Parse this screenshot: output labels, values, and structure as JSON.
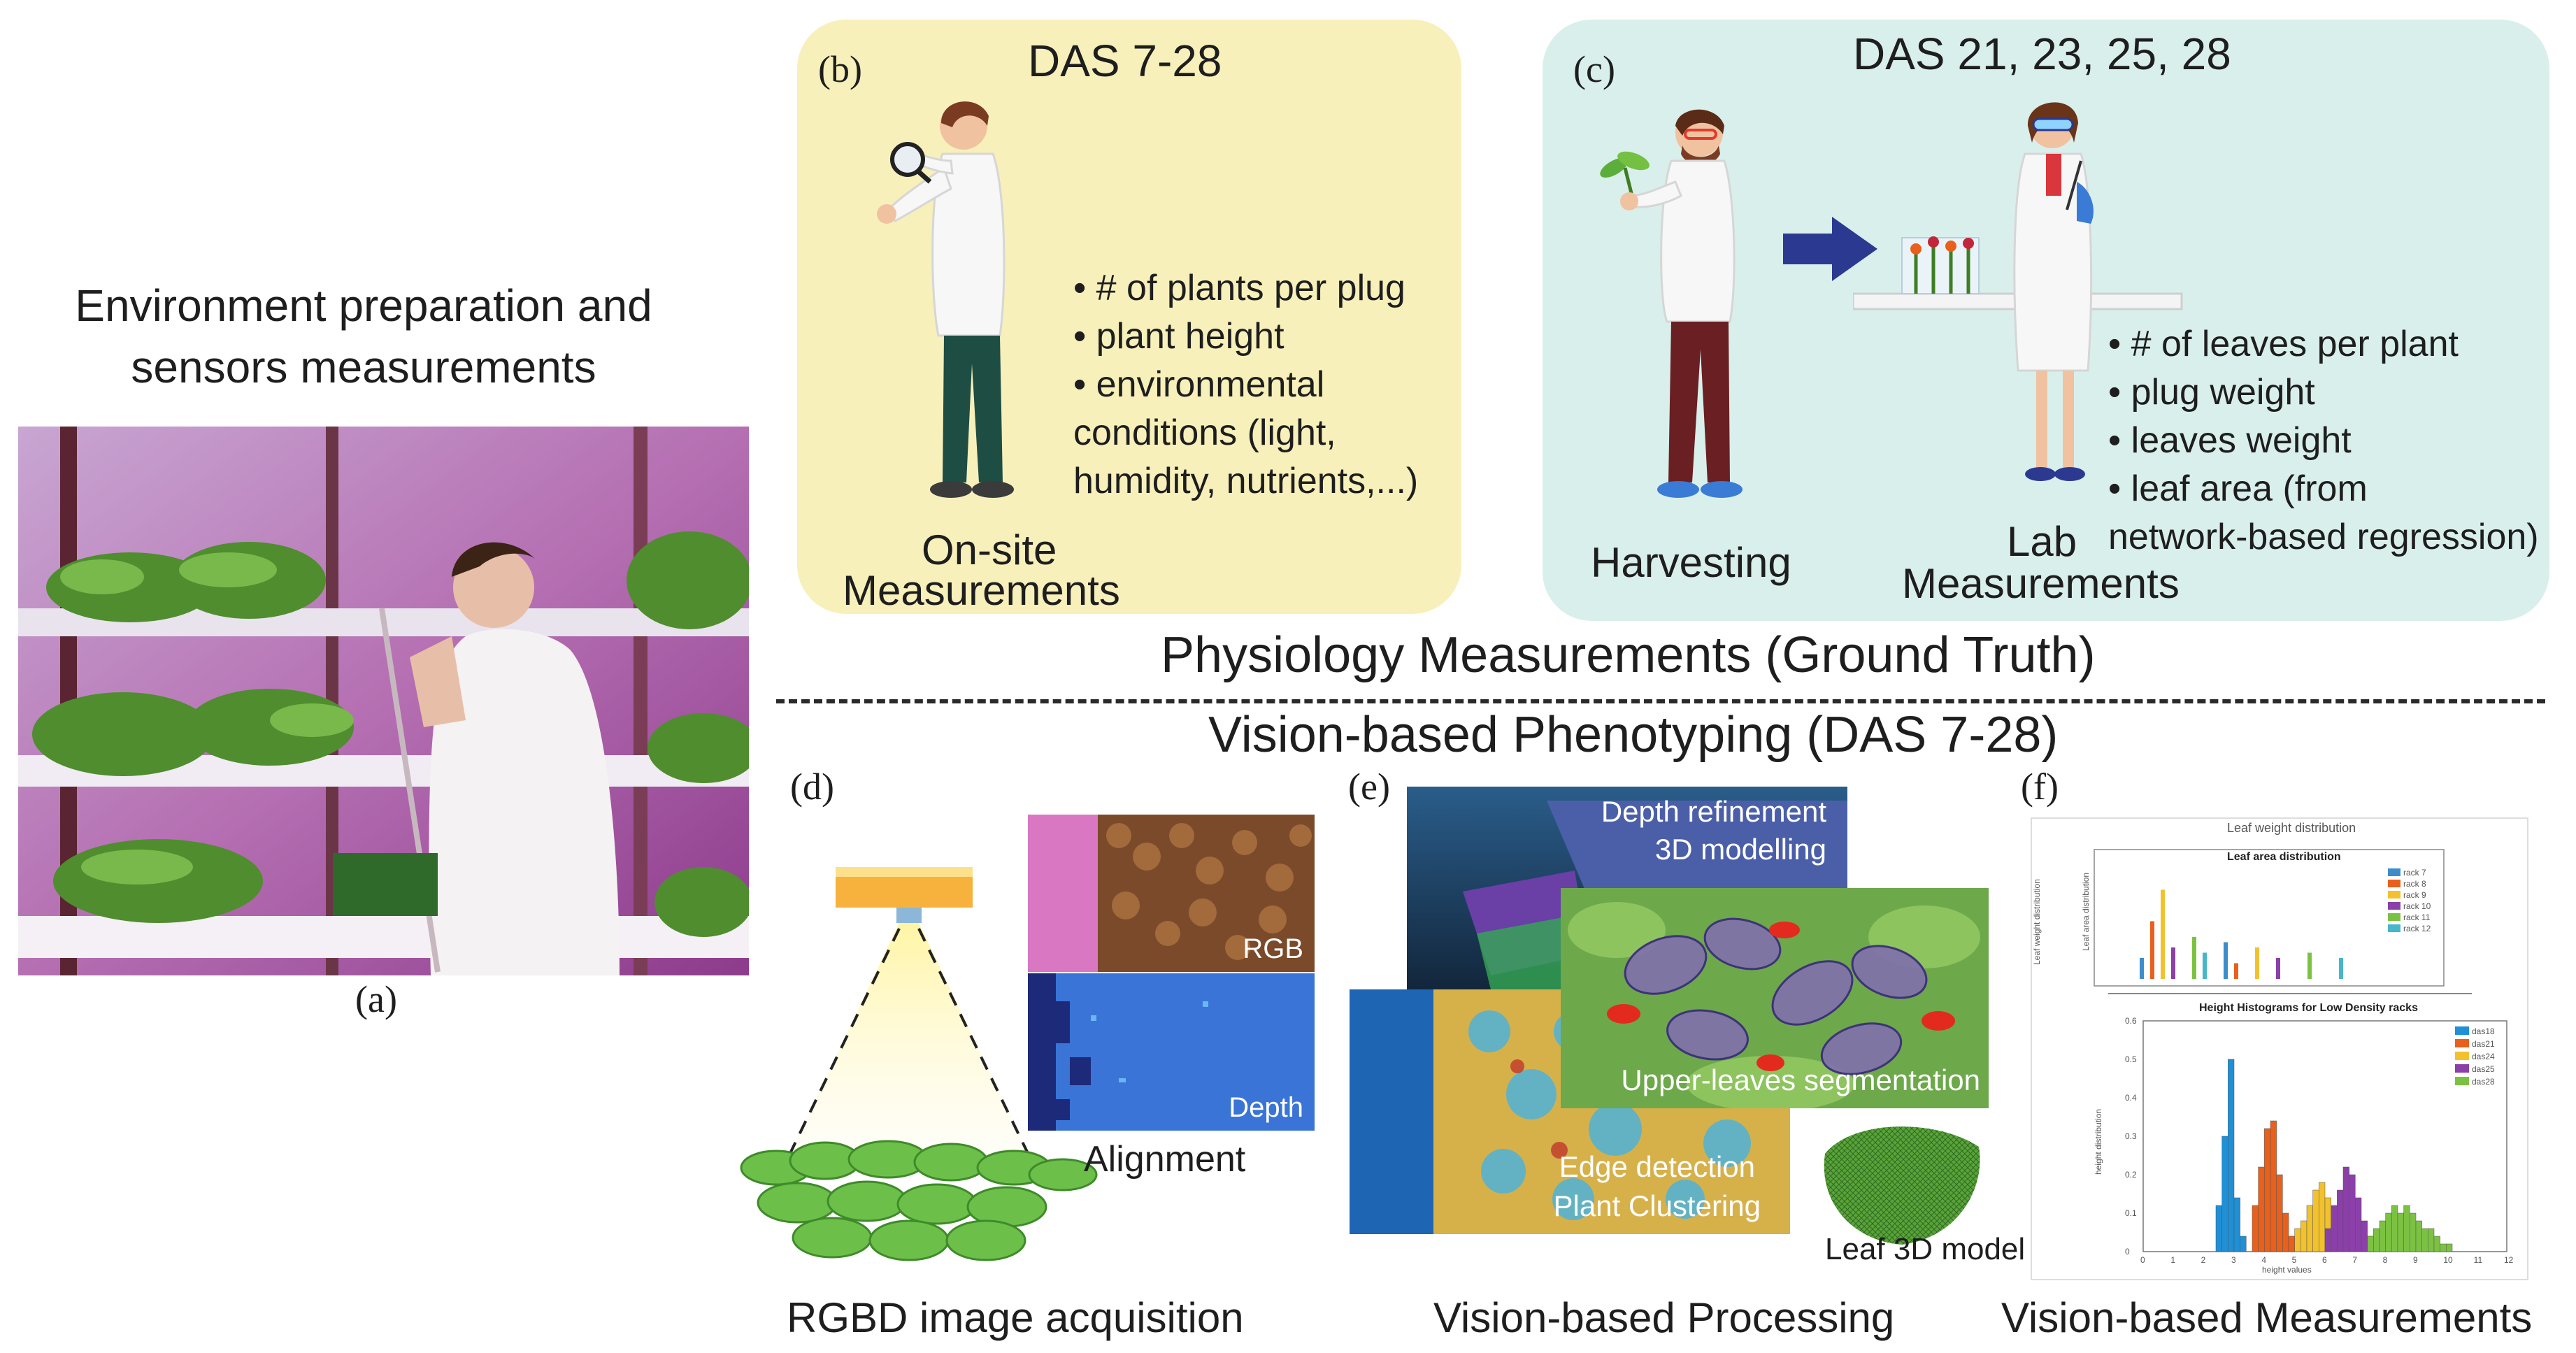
{
  "panel_a": {
    "label": "(a)",
    "title_line1": "Environment preparation and",
    "title_line2": "sensors measurements"
  },
  "panel_b": {
    "label": "(b)",
    "title": "DAS 7-28",
    "caption_line1": "On-site",
    "caption_line2": "Measurements",
    "bullets": [
      "• # of plants per plug",
      "• plant height",
      "• environmental",
      "conditions (light,",
      "humidity, nutrients,...)"
    ]
  },
  "panel_c": {
    "label": "(c)",
    "title": "DAS 21, 23, 25, 28",
    "harvest_caption": "Harvesting",
    "lab_caption_line1": "Lab",
    "lab_caption_line2": "Measurements",
    "bullets": [
      "• # of leaves per plant",
      "• plug weight",
      "• leaves weight",
      "• leaf area (from",
      "network-based regression)"
    ]
  },
  "section_titles": {
    "physiology": "Physiology Measurements (Ground Truth)",
    "vision": "Vision-based Phenotyping (DAS 7-28)"
  },
  "panel_d": {
    "label": "(d)",
    "rgb_label": "RGB",
    "depth_label": "Depth",
    "alignment": "Alignment",
    "caption": "RGBD image acquisition"
  },
  "panel_e": {
    "label": "(e)",
    "depth_refinement": "Depth refinement",
    "modelling": "3D modelling",
    "segmentation": "Upper-leaves segmentation",
    "edge_detection": "Edge detection",
    "clustering": "Plant Clustering",
    "leaf_model": "Leaf 3D model",
    "caption": "Vision-based Processing"
  },
  "panel_f": {
    "label": "(f)",
    "caption": "Vision-based Measurements",
    "chart_back_title": "Leaf weight distribution",
    "chart_mid_title": "Leaf area distribution",
    "chart_mid_ylabel": "Leaf area distribution",
    "chart_back_ylabel": "Leaf weight distribution"
  },
  "colors": {
    "panel_b_bg": "#f7f0bb",
    "panel_c_bg": "#d9efec",
    "arrow": "#2b3990",
    "leaf_green": "#6cc04a"
  },
  "chart_data": [
    {
      "type": "bar",
      "title": "Height Histograms for Low Density racks",
      "xlabel": "height values",
      "ylabel": "height distribution",
      "xlim": [
        0,
        12
      ],
      "ylim": [
        0,
        0.6
      ],
      "xticks": [
        "0",
        "1",
        "2",
        "3",
        "4",
        "5",
        "6",
        "7",
        "8",
        "9",
        "10",
        "11",
        "12"
      ],
      "yticks": [
        "0",
        "0.1",
        "0.2",
        "0.3",
        "0.4",
        "0.5",
        "0.6"
      ],
      "legend_position": "top-right",
      "series": [
        {
          "name": "das18",
          "color": "#1f8fd6",
          "bins": [
            2.4,
            2.6,
            2.8,
            3.0,
            3.2
          ],
          "values": [
            0.12,
            0.3,
            0.5,
            0.14,
            0.04
          ]
        },
        {
          "name": "das21",
          "color": "#e8601c",
          "bins": [
            3.6,
            3.8,
            4.0,
            4.2,
            4.4,
            4.6,
            4.8
          ],
          "values": [
            0.12,
            0.22,
            0.32,
            0.34,
            0.2,
            0.1,
            0.04
          ]
        },
        {
          "name": "das24",
          "color": "#f2c12e",
          "bins": [
            5.0,
            5.2,
            5.4,
            5.6,
            5.8,
            6.0,
            6.2
          ],
          "values": [
            0.06,
            0.08,
            0.12,
            0.16,
            0.18,
            0.14,
            0.06
          ]
        },
        {
          "name": "das25",
          "color": "#8b3fa8",
          "bins": [
            6.0,
            6.2,
            6.4,
            6.6,
            6.8,
            7.0,
            7.2,
            7.4
          ],
          "values": [
            0.06,
            0.12,
            0.16,
            0.22,
            0.2,
            0.14,
            0.08,
            0.04
          ]
        },
        {
          "name": "das28",
          "color": "#7cc242",
          "bins": [
            7.4,
            7.6,
            7.8,
            8.0,
            8.2,
            8.4,
            8.6,
            8.8,
            9.0,
            9.2,
            9.4,
            9.6,
            9.8,
            10.0
          ],
          "values": [
            0.04,
            0.06,
            0.08,
            0.1,
            0.12,
            0.1,
            0.12,
            0.1,
            0.08,
            0.06,
            0.06,
            0.04,
            0.02,
            0.02
          ]
        }
      ]
    },
    {
      "type": "bar",
      "title": "Leaf area distribution",
      "legend_position": "top-right",
      "series": [
        {
          "name": "rack 7",
          "color": "#3c8dcc"
        },
        {
          "name": "rack 8",
          "color": "#e8601c"
        },
        {
          "name": "rack 9",
          "color": "#f2c12e"
        },
        {
          "name": "rack 10",
          "color": "#8b3fa8"
        },
        {
          "name": "rack 11",
          "color": "#7cc242"
        },
        {
          "name": "rack 12",
          "color": "#45b7c9"
        }
      ]
    }
  ]
}
